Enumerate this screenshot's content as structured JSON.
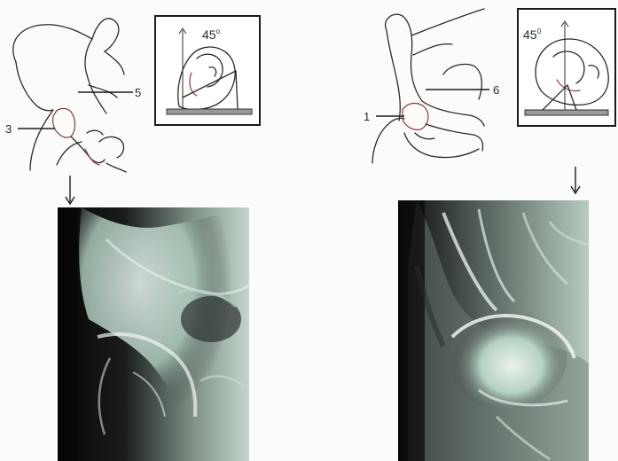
{
  "left_panel": {
    "callouts": [
      {
        "id": "3",
        "text": "3"
      },
      {
        "id": "5",
        "text": "5"
      }
    ],
    "inset_angle": "45",
    "inset_angle_unit": "o"
  },
  "right_panel": {
    "callouts": [
      {
        "id": "1",
        "text": "1"
      },
      {
        "id": "6",
        "text": "6"
      }
    ],
    "inset_angle": "45",
    "inset_angle_unit": "0"
  },
  "colors": {
    "ink": "#2a2a2a",
    "background": "#fbfbf9",
    "radiograph_dark": "#0c0c0c",
    "radiograph_bone": "#cfe8dc"
  }
}
